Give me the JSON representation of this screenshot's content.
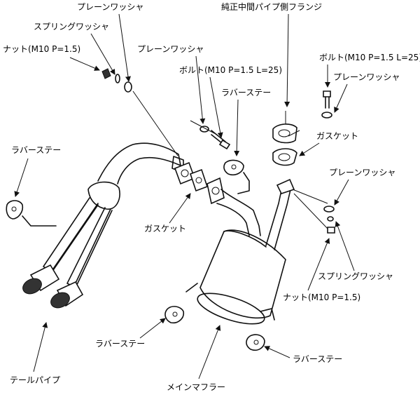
{
  "labels": {
    "plain_washer_top": "プレーンワッシャ",
    "spring_washer_top": "スプリングワッシャ",
    "nut_top": "ナット(M10 P=1.5)",
    "plain_washer_mid": "プレーンワッシャ",
    "bolt_mid": "ボルト(M10 P=1.5 L=25)",
    "rubber_stay_mid": "ラバーステー",
    "rubber_stay_left": "ラバーステー",
    "gasket_left": "ガスケット",
    "flange": "純正中間パイプ側フランジ",
    "bolt_right": "ボルト(M10 P=1.5 L=25)",
    "plain_washer_right": "プレーンワッシャ",
    "gasket_right": "ガスケット",
    "plain_washer_right2": "プレーンワッシャ",
    "spring_washer_right": "スプリングワッシャ",
    "nut_right": "ナット(M10 P=1.5)",
    "rubber_stay_bottom": "ラバーステー",
    "rubber_stay_bottom_right": "ラバーステー",
    "tail_pipe": "テールパイプ",
    "main_muffler": "メインマフラー"
  }
}
